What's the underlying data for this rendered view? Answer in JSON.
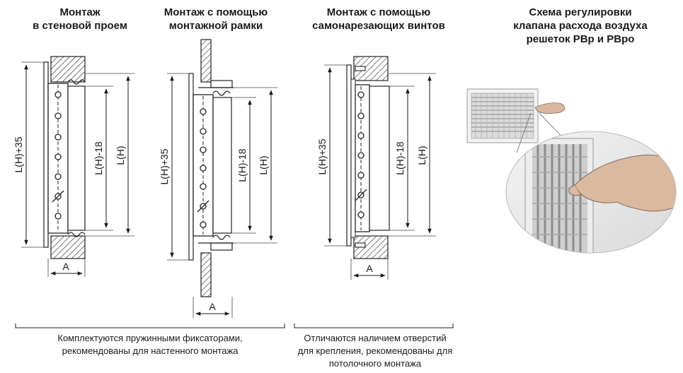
{
  "titles": {
    "wall": [
      "Монтаж",
      "в стеновой проем"
    ],
    "frame": [
      "Монтаж с помощью",
      "монтажной рамки"
    ],
    "screws": [
      "Монтаж с помощью",
      "самонарезающих винтов"
    ],
    "scheme": [
      "Схема регулировки",
      "клапана расхода воздуха",
      "решеток РВр и РВро"
    ]
  },
  "captions": {
    "left": [
      "Комплектуются пружинными фиксаторами,",
      "рекомендованы для настенного монтажа"
    ],
    "right": [
      "Отличаются наличием отверстий",
      "для крепления, рекомендованы для",
      "потолочного монтажа"
    ]
  },
  "dims": {
    "outer": "L(H)+35",
    "inner": "L(H)-18",
    "nominal": "L(H)",
    "width": "A"
  }
}
